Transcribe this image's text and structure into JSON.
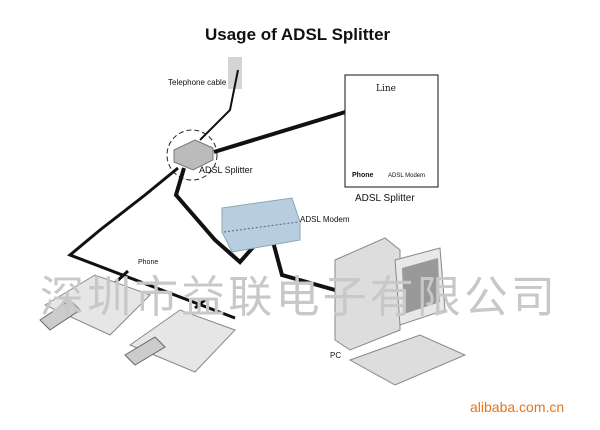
{
  "title": "Usage of ADSL Splitter",
  "labels": {
    "telephone_cable": "Telephone cable",
    "splitter": "ADSL Splitter",
    "modem": "ADSL Modem",
    "phone": "Phone",
    "pc": "PC"
  },
  "inset": {
    "line": "Line",
    "phone": "Phone",
    "modem": "ADSL Modem",
    "caption": "ADSL Splitter"
  },
  "watermark": "深圳市益联电子有限公司",
  "footer": "alibaba.com.cn",
  "colors": {
    "footer": "#e8741a",
    "device": "#b8cde0",
    "watermark": "#d8d8d8"
  }
}
